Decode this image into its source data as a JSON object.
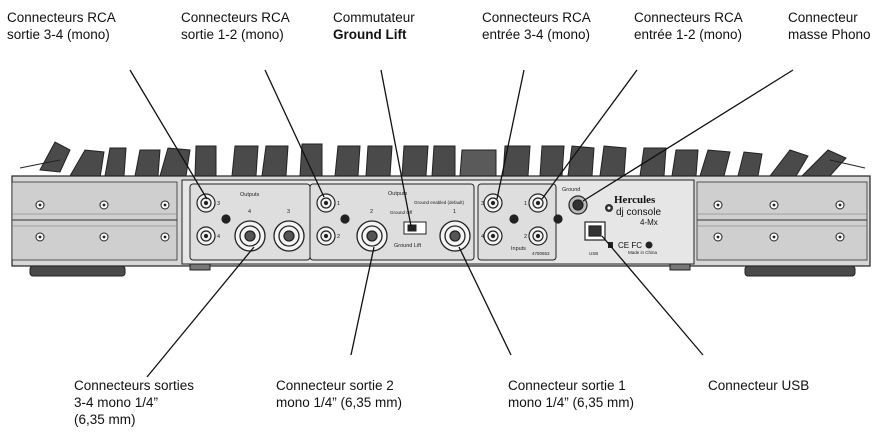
{
  "labels": {
    "rca_out_34": {
      "line1": "Connecteurs RCA",
      "line2": "sortie 3-4 (mono)"
    },
    "rca_out_12": {
      "line1": "Connecteurs RCA",
      "line2": "sortie 1-2 (mono)"
    },
    "ground_lift_switch": {
      "line1": "Commutateur",
      "line2": "Ground Lift"
    },
    "rca_in_34": {
      "line1": "Connecteurs RCA",
      "line2": "entrée 3-4 (mono)"
    },
    "rca_in_12": {
      "line1": "Connecteurs RCA",
      "line2": "entrée 1-2 (mono)"
    },
    "phono_ground": {
      "line1": "Connecteur",
      "line2": "masse Phono"
    },
    "jack_out_34": {
      "line1": "Connecteurs sorties",
      "line2": "3-4 mono 1/4”",
      "line3": "(6,35 mm)"
    },
    "jack_out_2": {
      "line1": "Connecteur sortie 2",
      "line2": "mono 1/4” (6,35 mm)"
    },
    "jack_out_1": {
      "line1": "Connecteur sortie 1",
      "line2": "mono 1/4” (6,35 mm)"
    },
    "usb": {
      "line1": "Connecteur USB"
    }
  },
  "panel": {
    "outputs_left": "Outputs",
    "outputs_right": "Outputs",
    "inputs": "Inputs",
    "ground": "Ground",
    "ground_lift": "Ground Lift",
    "ground_off": "Ground Off",
    "ground_enabled": "Ground enabled (default)",
    "serial": "4780653",
    "usb": "USB",
    "made_in": "Made in China",
    "brand": "Hercules",
    "product_line1": "dj console",
    "product_line2": "4-Mx",
    "certs": "CE FC",
    "rca_numbers_out_left": [
      "3",
      "4"
    ],
    "rca_numbers_out_right": [
      "1",
      "2"
    ],
    "jack_numbers": [
      "4",
      "3",
      "2",
      "1"
    ],
    "rca_numbers_in_left": [
      "3",
      "4"
    ],
    "rca_numbers_in_right": [
      "1",
      "2"
    ]
  }
}
